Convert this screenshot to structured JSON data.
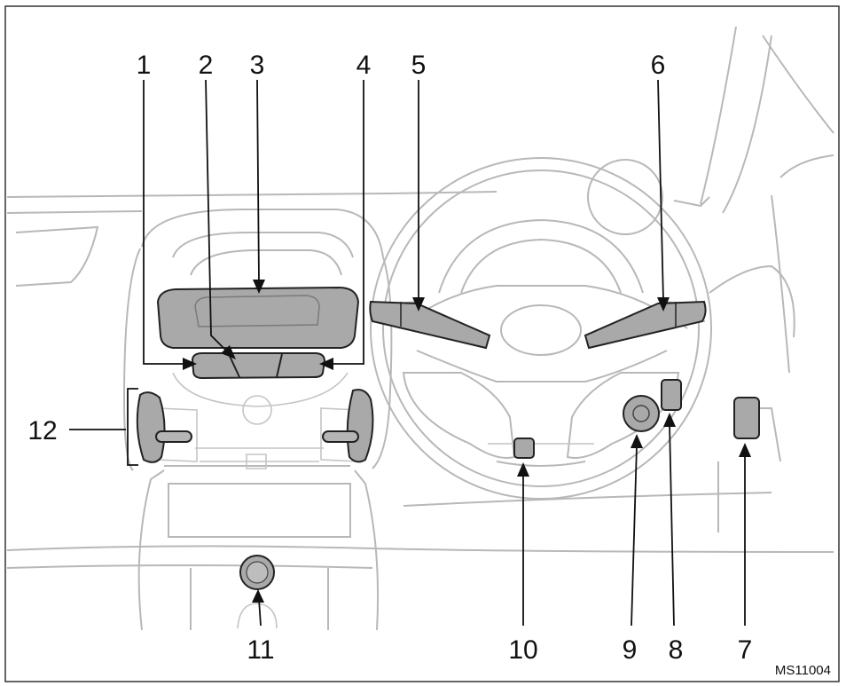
{
  "callouts": {
    "c1": "1",
    "c2": "2",
    "c3": "3",
    "c4": "4",
    "c5": "5",
    "c6": "6",
    "c7": "7",
    "c8": "8",
    "c9": "9",
    "c10": "10",
    "c11": "11",
    "c12": "12"
  },
  "figure_code": "MS11004",
  "colors": {
    "outline": "#b8b8b8",
    "highlight": "#a9a9a9",
    "ink": "#111111"
  }
}
